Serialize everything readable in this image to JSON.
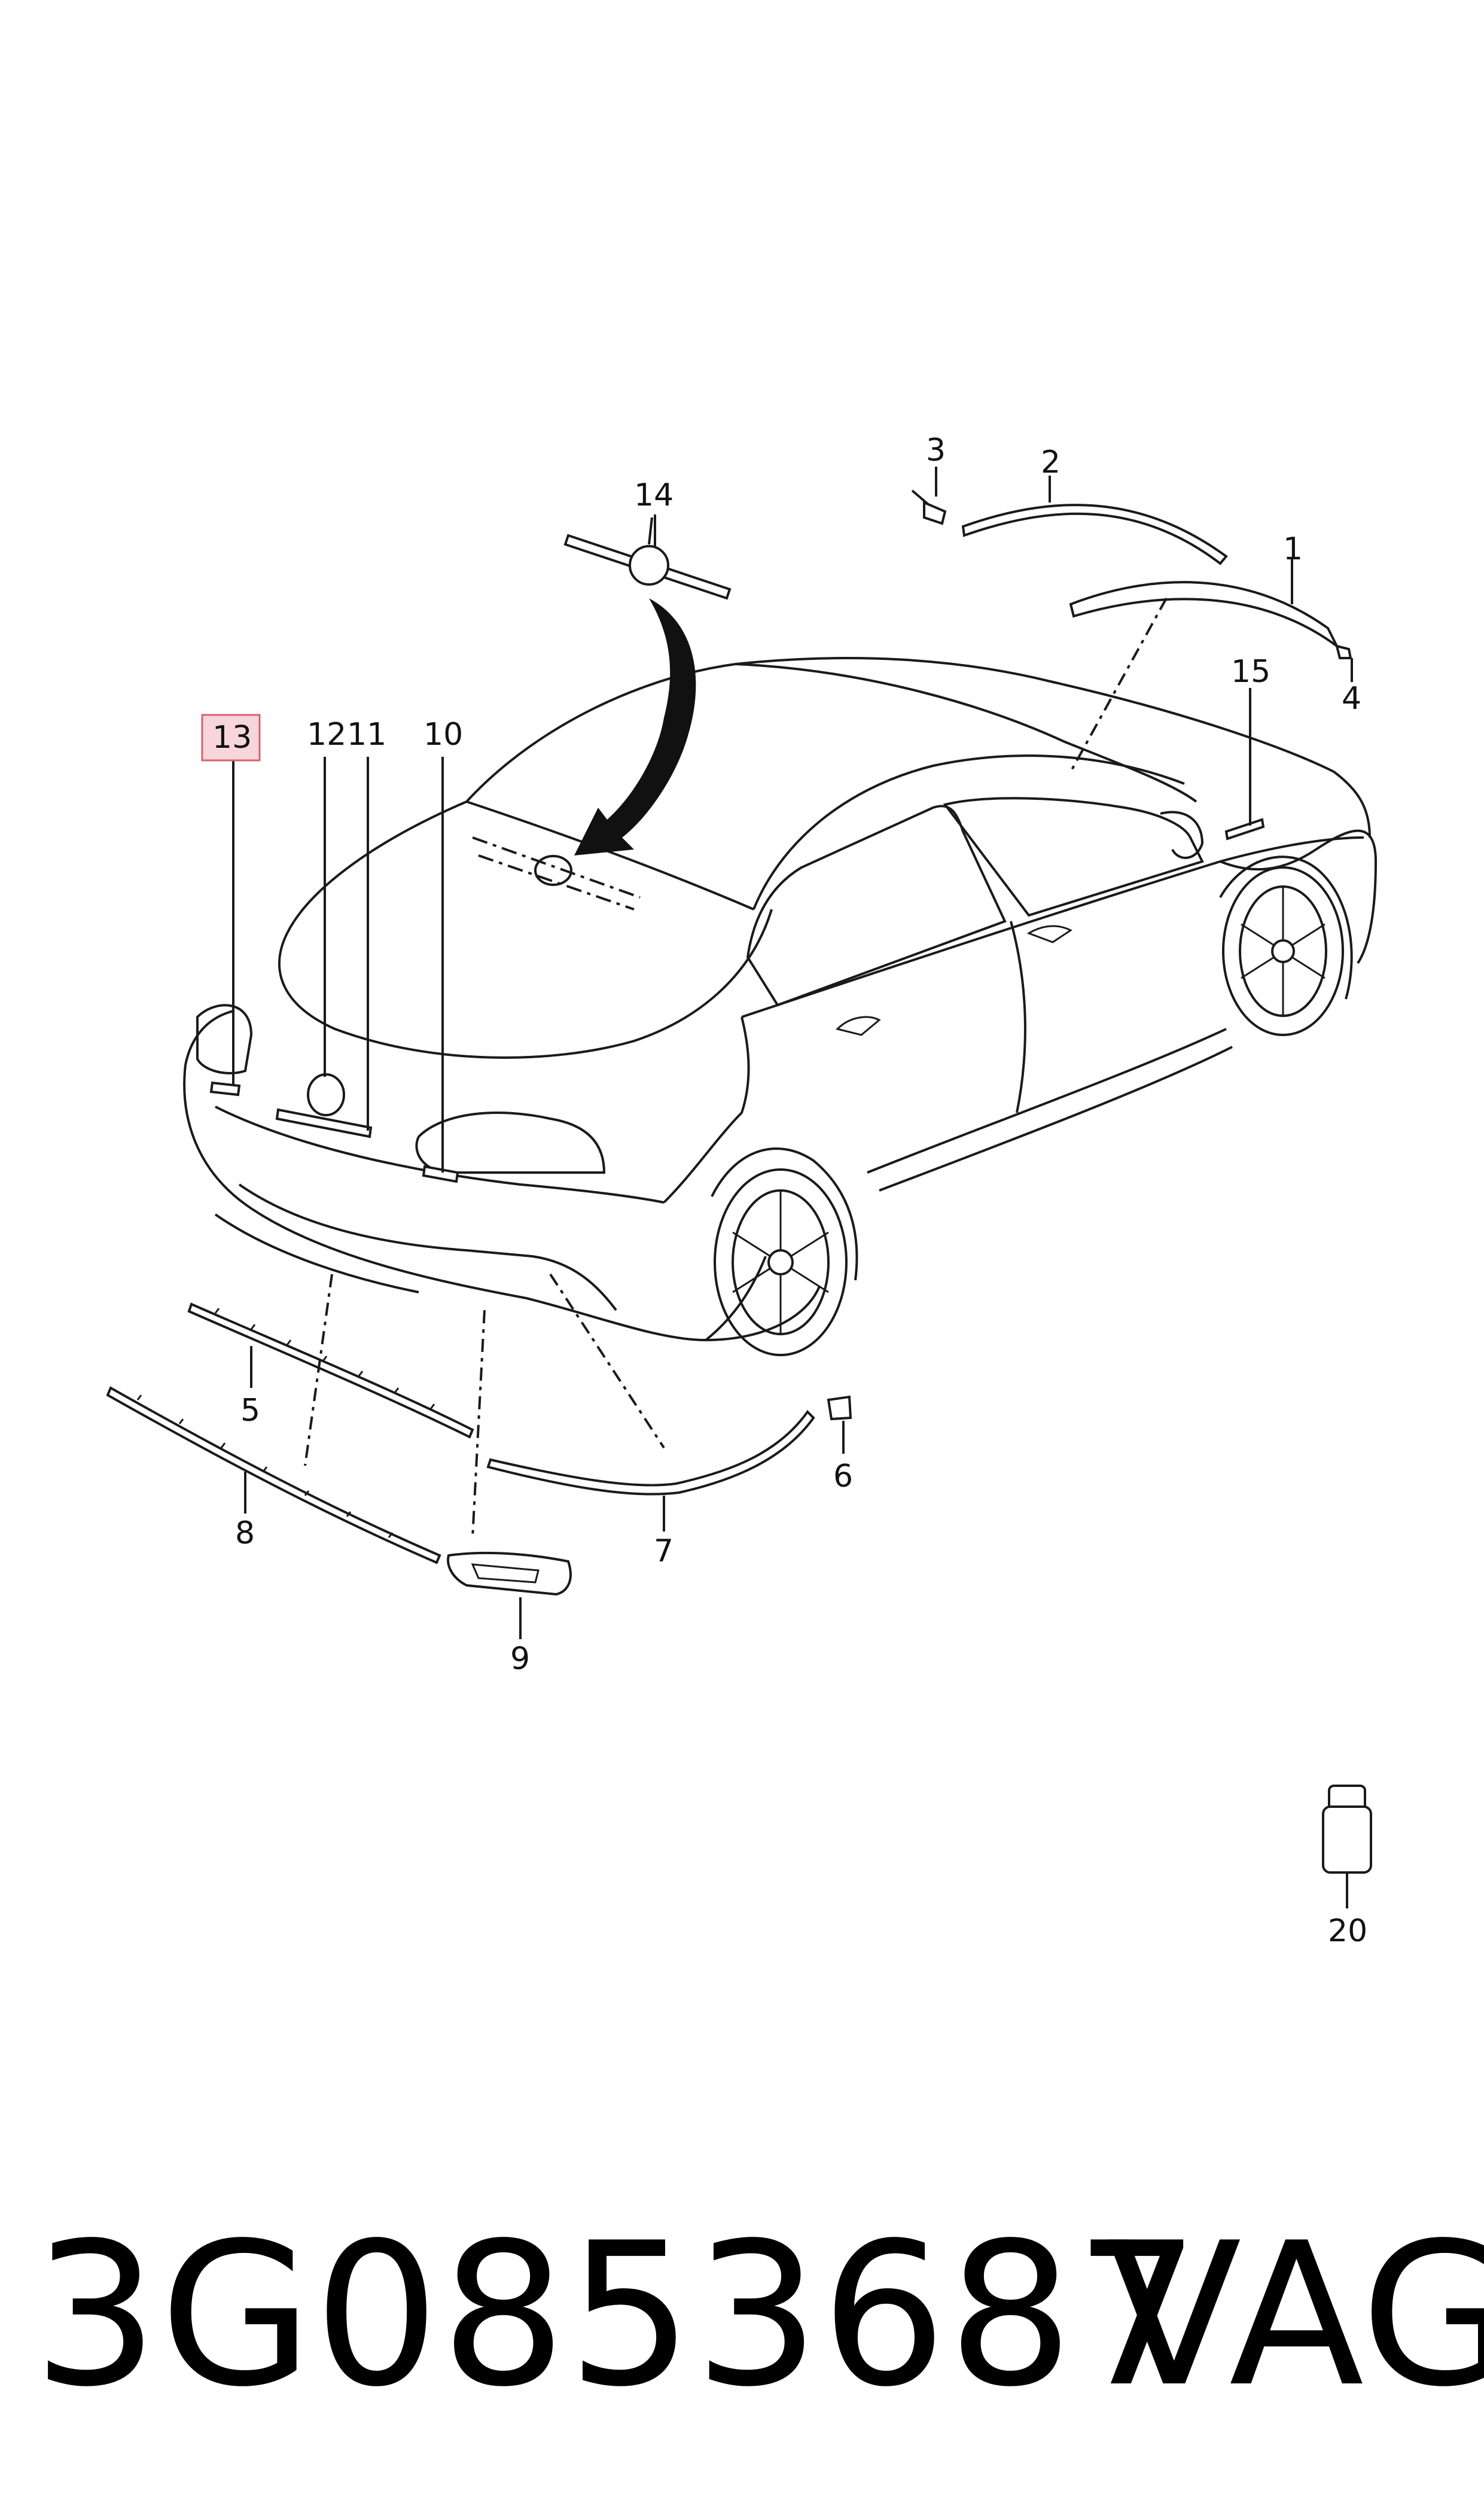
{
  "callouts": {
    "c1": "1",
    "c2": "2",
    "c3": "3",
    "c4": "4",
    "c5": "5",
    "c6": "6",
    "c7": "7",
    "c8": "8",
    "c9": "9",
    "c10": "10",
    "c11": "11",
    "c12": "12",
    "c13": "13",
    "c14": "14",
    "c15": "15",
    "c20": "20"
  },
  "highlighted_callout": "13",
  "highlight_color": "#f7d6db",
  "highlight_border": "#d9606f",
  "footer": {
    "part_number": "3G0853687",
    "brand": "VAG"
  }
}
